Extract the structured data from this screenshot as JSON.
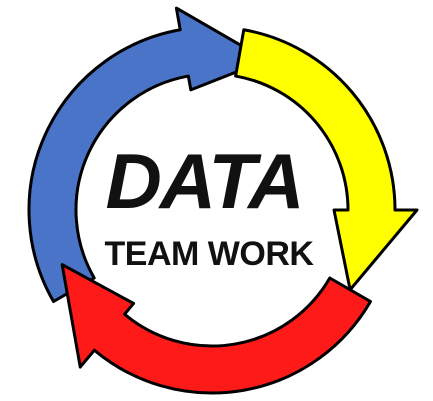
{
  "logo": {
    "primary_text": "DATA",
    "secondary_text": "TEAM WORK",
    "text_color": "#111111"
  },
  "cycle_arrows": [
    {
      "name": "blue-arrow",
      "color": "#4a74c8"
    },
    {
      "name": "yellow-arrow",
      "color": "#ffff00"
    },
    {
      "name": "red-arrow",
      "color": "#ff1a1a"
    }
  ],
  "outline_color": "#000000",
  "inner_circle_color": "#ffffff"
}
